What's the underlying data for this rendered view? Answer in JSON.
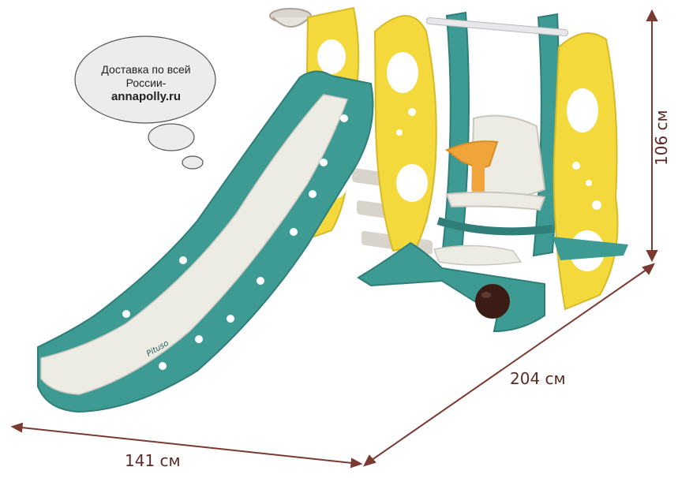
{
  "callout": {
    "line1": "Доставка по всей",
    "line2": "России-",
    "site": "annapolly.ru"
  },
  "dimensions": {
    "width": "141 см",
    "length": "204 см",
    "height": "106 см"
  },
  "product": {
    "brand_mark": "Pituso"
  },
  "colors": {
    "teal": "#3e9b93",
    "teal_dark": "#2f7e78",
    "yellow": "#f4d93c",
    "cream": "#ecebe4",
    "orange": "#f0a53a",
    "arrow": "#7a3a32",
    "ball": "#3a1c14"
  }
}
